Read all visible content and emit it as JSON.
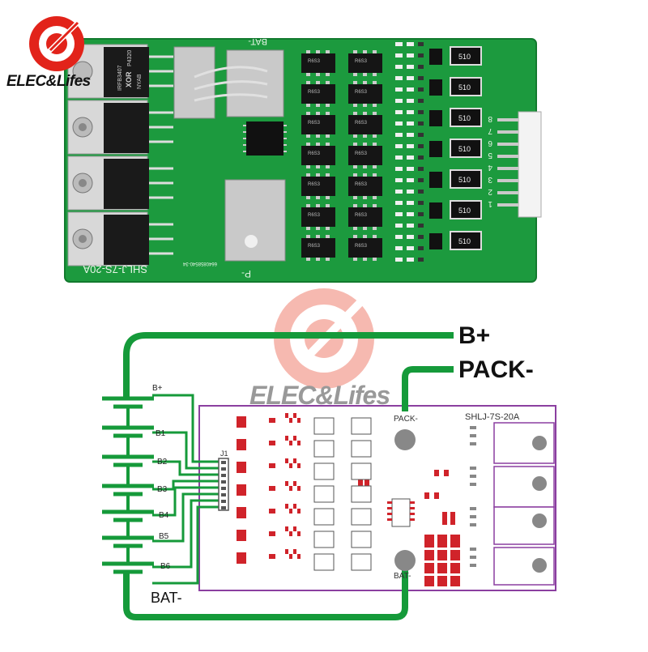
{
  "brand": {
    "name": "ELEC&Lifes",
    "accent": "#e2231a"
  },
  "board_photo": {
    "model": "SHLJ-7S-20A",
    "silk_bat": "BAT-",
    "silk_p": "P-",
    "mosfet_top": "IRFB3407",
    "mosfet_mid": "XOR",
    "mosfet_part": "P4320",
    "mosfet_bot": "NYAB",
    "chip_marks": [
      "R6S3",
      "R6S3",
      "R6S3",
      "R6S3",
      "R6S3",
      "R6S3",
      "R6S3",
      "R6S3",
      "R6S3",
      "R6S3",
      "R6S3",
      "R6S3",
      "R6S3",
      "R6S3"
    ],
    "resistor_marks": [
      "510",
      "510",
      "510",
      "510",
      "510",
      "510",
      "510"
    ],
    "connector_pins": [
      "8",
      "7",
      "6",
      "5",
      "4",
      "3",
      "2",
      "1"
    ],
    "board_color": "#1c9a3e",
    "code_mark": "6640858540-34"
  },
  "wiring": {
    "wire_color": "#159a3a",
    "b_plus": "B+",
    "pack_minus": "PACK-",
    "bat_minus": "BAT-",
    "taps": [
      "B+",
      "B1",
      "B2",
      "B3",
      "B4",
      "B5",
      "B6"
    ],
    "connector_label": "J1"
  },
  "layout_board": {
    "model": "SHLJ-7S-20A",
    "pack_minus": "PACK-",
    "bat_minus": "BAT-",
    "outline_color": "#8b3fa0"
  }
}
